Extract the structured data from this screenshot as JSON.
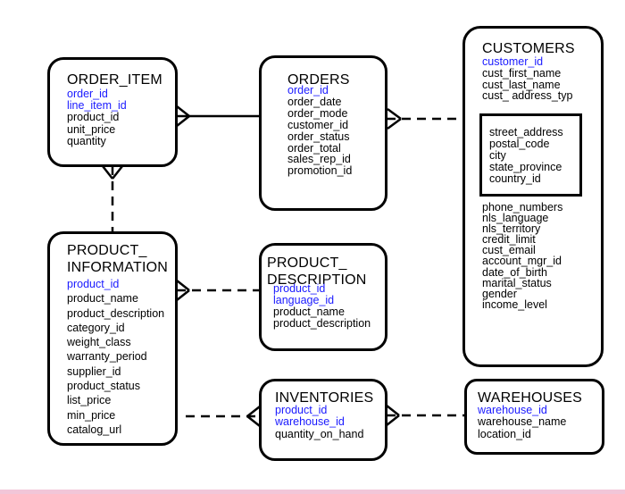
{
  "entities": {
    "order_item": {
      "title": "ORDER_ITEM",
      "attributes": [
        {
          "name": "order_id",
          "pk": true
        },
        {
          "name": "line_item_id",
          "pk": true
        },
        {
          "name": "product_id",
          "pk": false
        },
        {
          "name": "unit_price",
          "pk": false
        },
        {
          "name": "quantity",
          "pk": false
        }
      ]
    },
    "orders": {
      "title": "ORDERS",
      "attributes": [
        {
          "name": "order_id",
          "pk": true
        },
        {
          "name": "order_date",
          "pk": false
        },
        {
          "name": "order_mode",
          "pk": false
        },
        {
          "name": "customer_id",
          "pk": false
        },
        {
          "name": "order_status",
          "pk": false
        },
        {
          "name": "order_total",
          "pk": false
        },
        {
          "name": "sales_rep_id",
          "pk": false
        },
        {
          "name": "promotion_id",
          "pk": false
        }
      ]
    },
    "customers": {
      "title": "CUSTOMERS",
      "attributes": [
        {
          "name": "customer_id",
          "pk": true
        },
        {
          "name": "cust_first_name",
          "pk": false
        },
        {
          "name": "cust_last_name",
          "pk": false
        },
        {
          "name": "cust_ address_typ",
          "pk": false
        }
      ],
      "address_attributes": [
        {
          "name": "street_address"
        },
        {
          "name": "postal_code"
        },
        {
          "name": "city"
        },
        {
          "name": "state_province"
        },
        {
          "name": "country_id"
        }
      ],
      "more_attributes": [
        {
          "name": "phone_numbers"
        },
        {
          "name": "nls_language"
        },
        {
          "name": "nls_territory"
        },
        {
          "name": "credit_limit"
        },
        {
          "name": "cust_email"
        },
        {
          "name": "account_mgr_id"
        },
        {
          "name": "date_of_birth"
        },
        {
          "name": "marital_status"
        },
        {
          "name": "gender"
        },
        {
          "name": "income_level"
        }
      ]
    },
    "product_information": {
      "title": "PRODUCT_\nINFORMATION",
      "attributes": [
        {
          "name": "product_id",
          "pk": true
        },
        {
          "name": "product_name",
          "pk": false
        },
        {
          "name": "product_description",
          "pk": false
        },
        {
          "name": "category_id",
          "pk": false
        },
        {
          "name": "weight_class",
          "pk": false
        },
        {
          "name": "warranty_period",
          "pk": false
        },
        {
          "name": "supplier_id",
          "pk": false
        },
        {
          "name": "product_status",
          "pk": false
        },
        {
          "name": "list_price",
          "pk": false
        },
        {
          "name": "min_price",
          "pk": false
        },
        {
          "name": "catalog_url",
          "pk": false
        }
      ]
    },
    "product_description": {
      "title": "PRODUCT_\nDESCRIPTION",
      "attributes": [
        {
          "name": "product_id",
          "pk": true
        },
        {
          "name": "language_id",
          "pk": true
        },
        {
          "name": "product_name",
          "pk": false
        },
        {
          "name": "product_description",
          "pk": false
        }
      ]
    },
    "inventories": {
      "title": "INVENTORIES",
      "attributes": [
        {
          "name": "product_id",
          "pk": true
        },
        {
          "name": "warehouse_id",
          "pk": true
        },
        {
          "name": "quantity_on_hand",
          "pk": false
        }
      ]
    },
    "warehouses": {
      "title": "WAREHOUSES",
      "attributes": [
        {
          "name": "warehouse_id",
          "pk": true
        },
        {
          "name": "warehouse_name",
          "pk": false
        },
        {
          "name": "location_id",
          "pk": false
        }
      ]
    }
  },
  "colors": {
    "primary_key": "#1a1aff",
    "border": "#000000",
    "bottom_accent": "#f2c6d8"
  }
}
